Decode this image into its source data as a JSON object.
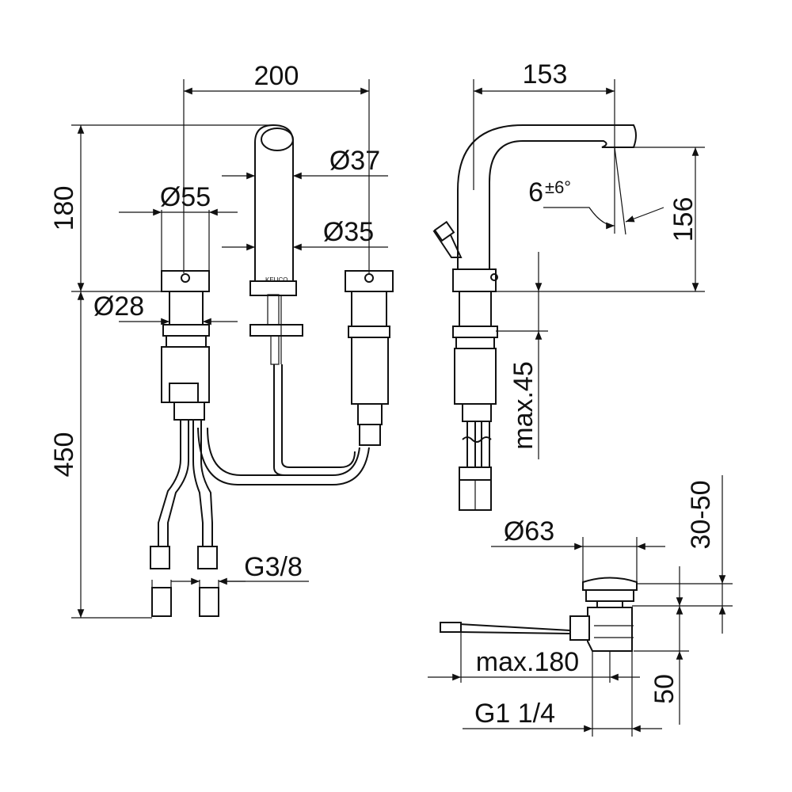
{
  "dimensions": {
    "width_200": "200",
    "dia_37": "Ø37",
    "dia_55": "Ø55",
    "height_180": "180",
    "dia_35": "Ø35",
    "dia_28": "Ø28",
    "height_450": "450",
    "thread_g38": "G3/8",
    "reach_153": "153",
    "angle_6": "6",
    "angle_tol": "±6°",
    "height_156": "156",
    "max_45": "max.45",
    "dia_63": "Ø63",
    "range_30_50": "30-50",
    "max_180": "max.180",
    "height_50": "50",
    "thread_g114": "G1 1/4"
  }
}
